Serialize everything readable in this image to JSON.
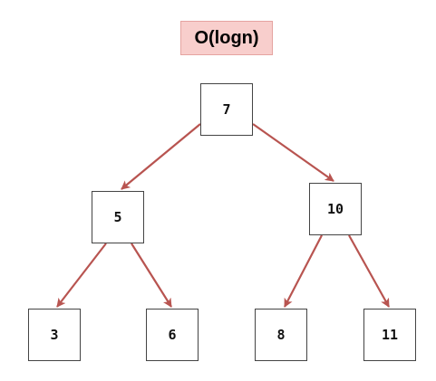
{
  "title": "O(logn)",
  "colors": {
    "title_fill": "#f8cecc",
    "edge": "#b85450",
    "node_border": "#444444"
  },
  "nodes": {
    "root": "7",
    "left": "5",
    "right": "10",
    "left_left": "3",
    "left_right": "6",
    "right_left": "8",
    "right_right": "11"
  }
}
